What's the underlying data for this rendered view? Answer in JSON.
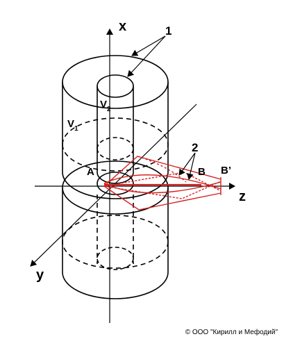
{
  "labels": {
    "axis_x": "x",
    "axis_y": "y",
    "axis_z": "z",
    "callout_1": "1",
    "callout_2": "2",
    "point_a": "A",
    "point_b": "B",
    "point_b_prime": "B’",
    "v1_letter": "V",
    "v1_sub": "1",
    "v2_letter": "V",
    "v2_sub": "2"
  },
  "copyright": "© ООО \"Кирилл и Мефодий\"",
  "colors": {
    "line": "#000000",
    "beam": "#d42020",
    "background": "#ffffff"
  }
}
